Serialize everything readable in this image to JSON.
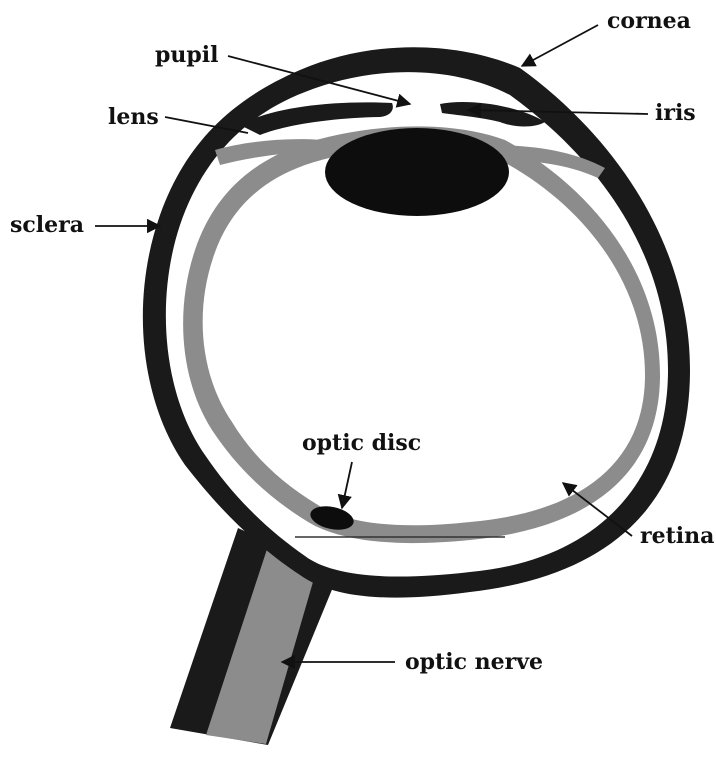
{
  "labels": {
    "cornea": "cornea",
    "pupil": "pupil",
    "lens": "lens",
    "iris": "iris",
    "sclera": "sclera",
    "optic_disc": "optic disc",
    "retina": "retina",
    "optic_nerve": "optic nerve"
  },
  "colors": {
    "sclera": "#1a1a1a",
    "retina": "#8c8c8c",
    "lens": "#0d0d0d",
    "background": "#ffffff"
  }
}
